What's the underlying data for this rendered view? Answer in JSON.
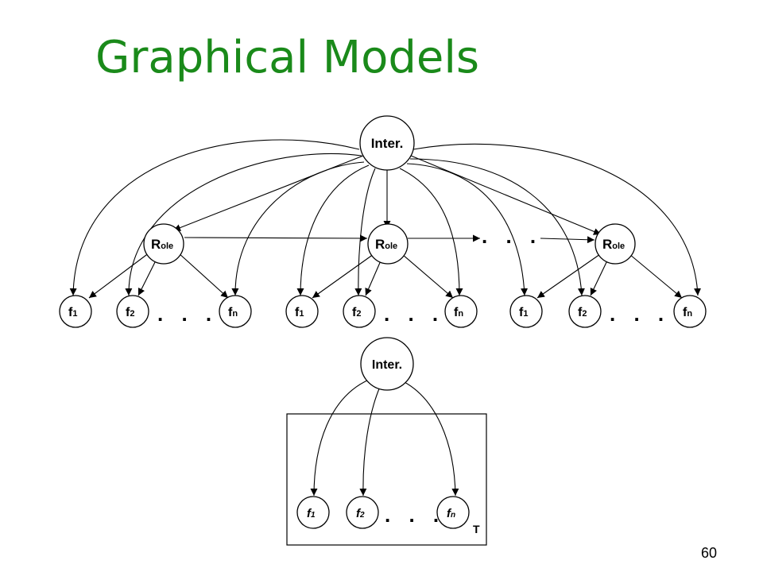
{
  "slide": {
    "title": "Graphical Models",
    "page_number": "60"
  },
  "top_diagram": {
    "root": "Inter.",
    "role_big": "R",
    "role_small": "ole",
    "ellipsis": ". . .",
    "feature_prefix": "f",
    "feature_subscripts": [
      "1",
      "2",
      "n"
    ]
  },
  "bottom_diagram": {
    "root": "Inter.",
    "feature_prefix": "f",
    "feature_subscripts": [
      "1",
      "2",
      "n"
    ],
    "ellipsis": ". . .",
    "plate_label": "T"
  }
}
